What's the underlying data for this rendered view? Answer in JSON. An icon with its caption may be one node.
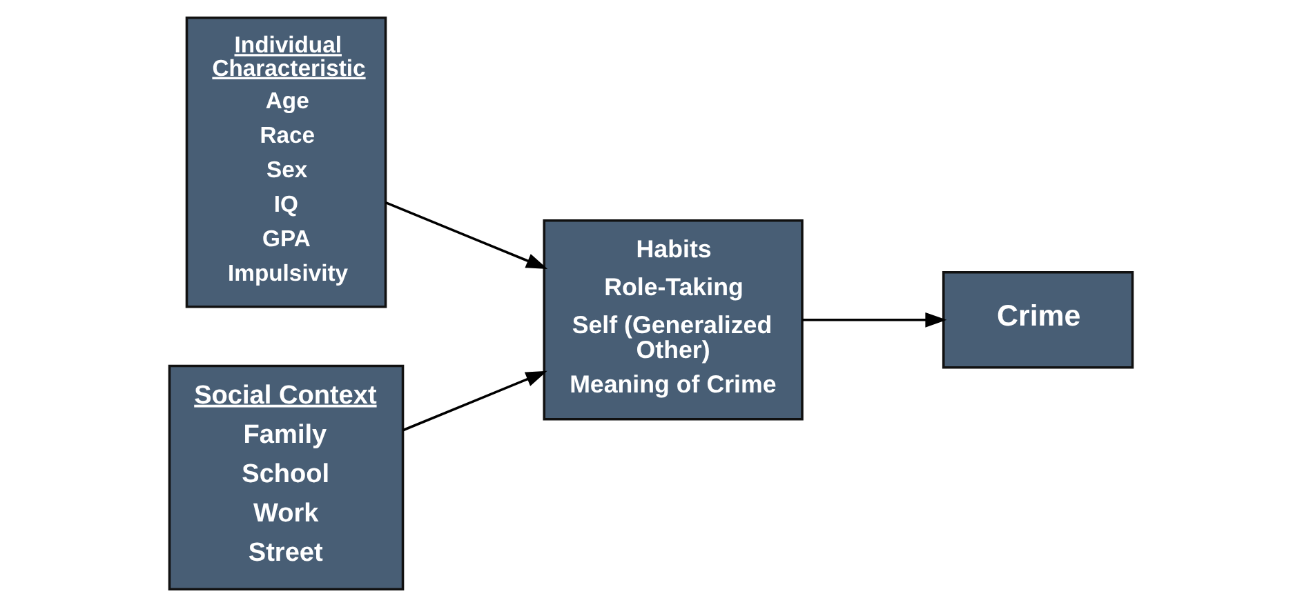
{
  "diagram": {
    "nodes": [
      {
        "text": [
          "Individual Characteristic",
          "Age",
          "Race",
          "Sex",
          "IQ",
          "GPA",
          "Impulsivity"
        ]
      },
      {
        "text": [
          "Social Context",
          "Family",
          "School",
          "Work",
          "Street"
        ]
      },
      {
        "text": [
          "Habits",
          "Role-Taking",
          "Self (Generalized Other)",
          "Meaning of Crime"
        ]
      },
      {
        "text": [
          "Crime"
        ]
      }
    ],
    "edges": [
      {
        "from": 0,
        "to": 2,
        "arrow": "to"
      },
      {
        "from": 1,
        "to": 2,
        "arrow": "to"
      },
      {
        "from": 2,
        "to": 3,
        "arrow": "to"
      }
    ]
  }
}
